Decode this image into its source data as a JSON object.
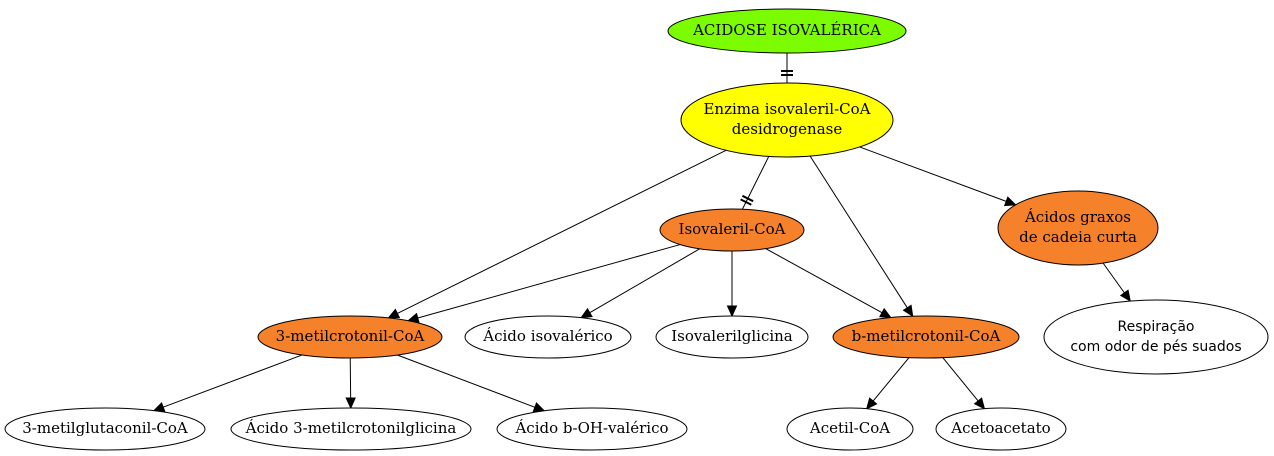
{
  "colors": {
    "green": "#7CFC00",
    "yellow": "#FFFF00",
    "orange": "#F5822A",
    "white": "#FFFFFF"
  },
  "nodes": {
    "acidose": {
      "label": [
        "ACIDOSE ISOVALÉRICA"
      ],
      "color": "green"
    },
    "enzima": {
      "label": [
        "Enzima isovaleril-CoA",
        "desidrogenase"
      ],
      "color": "yellow"
    },
    "isovaleril": {
      "label": [
        "Isovaleril-CoA"
      ],
      "color": "orange"
    },
    "acidos_graxos": {
      "label": [
        "Ácidos graxos",
        "de cadeia curta"
      ],
      "color": "orange"
    },
    "metilcrotonil3": {
      "label": [
        "3-metilcrotonil-CoA"
      ],
      "color": "orange"
    },
    "acido_isovalerico": {
      "label": [
        "Ácido isovalérico"
      ],
      "color": "white"
    },
    "isovalerilglicina": {
      "label": [
        "Isovalerilglicina"
      ],
      "color": "white"
    },
    "bmetilcrotonil": {
      "label": [
        "b-metilcrotonil-CoA"
      ],
      "color": "orange"
    },
    "respiracao": {
      "label": [
        "Respiração",
        "com odor de pés suados"
      ],
      "color": "white",
      "font": "sans"
    },
    "metilglutaconil": {
      "label": [
        "3-metilglutaconil-CoA"
      ],
      "color": "white"
    },
    "acido_metilcrotonilglicina": {
      "label": [
        "Ácido 3-metilcrotonilglicina"
      ],
      "color": "white"
    },
    "acido_boh": {
      "label": [
        "Ácido b-OH-valérico"
      ],
      "color": "white"
    },
    "acetil": {
      "label": [
        "Acetil-CoA"
      ],
      "color": "white"
    },
    "acetoacetato": {
      "label": [
        "Acetoacetato"
      ],
      "color": "white"
    }
  },
  "edges": [
    {
      "from": "acidose",
      "to": "enzima",
      "type": "tee"
    },
    {
      "from": "enzima",
      "to": "isovaleril",
      "type": "tee"
    },
    {
      "from": "enzima",
      "to": "metilcrotonil3",
      "type": "arrow"
    },
    {
      "from": "enzima",
      "to": "bmetilcrotonil",
      "type": "arrow"
    },
    {
      "from": "enzima",
      "to": "acidos_graxos",
      "type": "arrow"
    },
    {
      "from": "isovaleril",
      "to": "metilcrotonil3",
      "type": "arrow"
    },
    {
      "from": "isovaleril",
      "to": "acido_isovalerico",
      "type": "arrow"
    },
    {
      "from": "isovaleril",
      "to": "isovalerilglicina",
      "type": "arrow"
    },
    {
      "from": "isovaleril",
      "to": "bmetilcrotonil",
      "type": "arrow"
    },
    {
      "from": "acidos_graxos",
      "to": "respiracao",
      "type": "arrow"
    },
    {
      "from": "metilcrotonil3",
      "to": "metilglutaconil",
      "type": "arrow"
    },
    {
      "from": "metilcrotonil3",
      "to": "acido_metilcrotonilglicina",
      "type": "arrow"
    },
    {
      "from": "metilcrotonil3",
      "to": "acido_boh",
      "type": "arrow"
    },
    {
      "from": "bmetilcrotonil",
      "to": "acetil",
      "type": "arrow"
    },
    {
      "from": "bmetilcrotonil",
      "to": "acetoacetato",
      "type": "arrow"
    }
  ]
}
